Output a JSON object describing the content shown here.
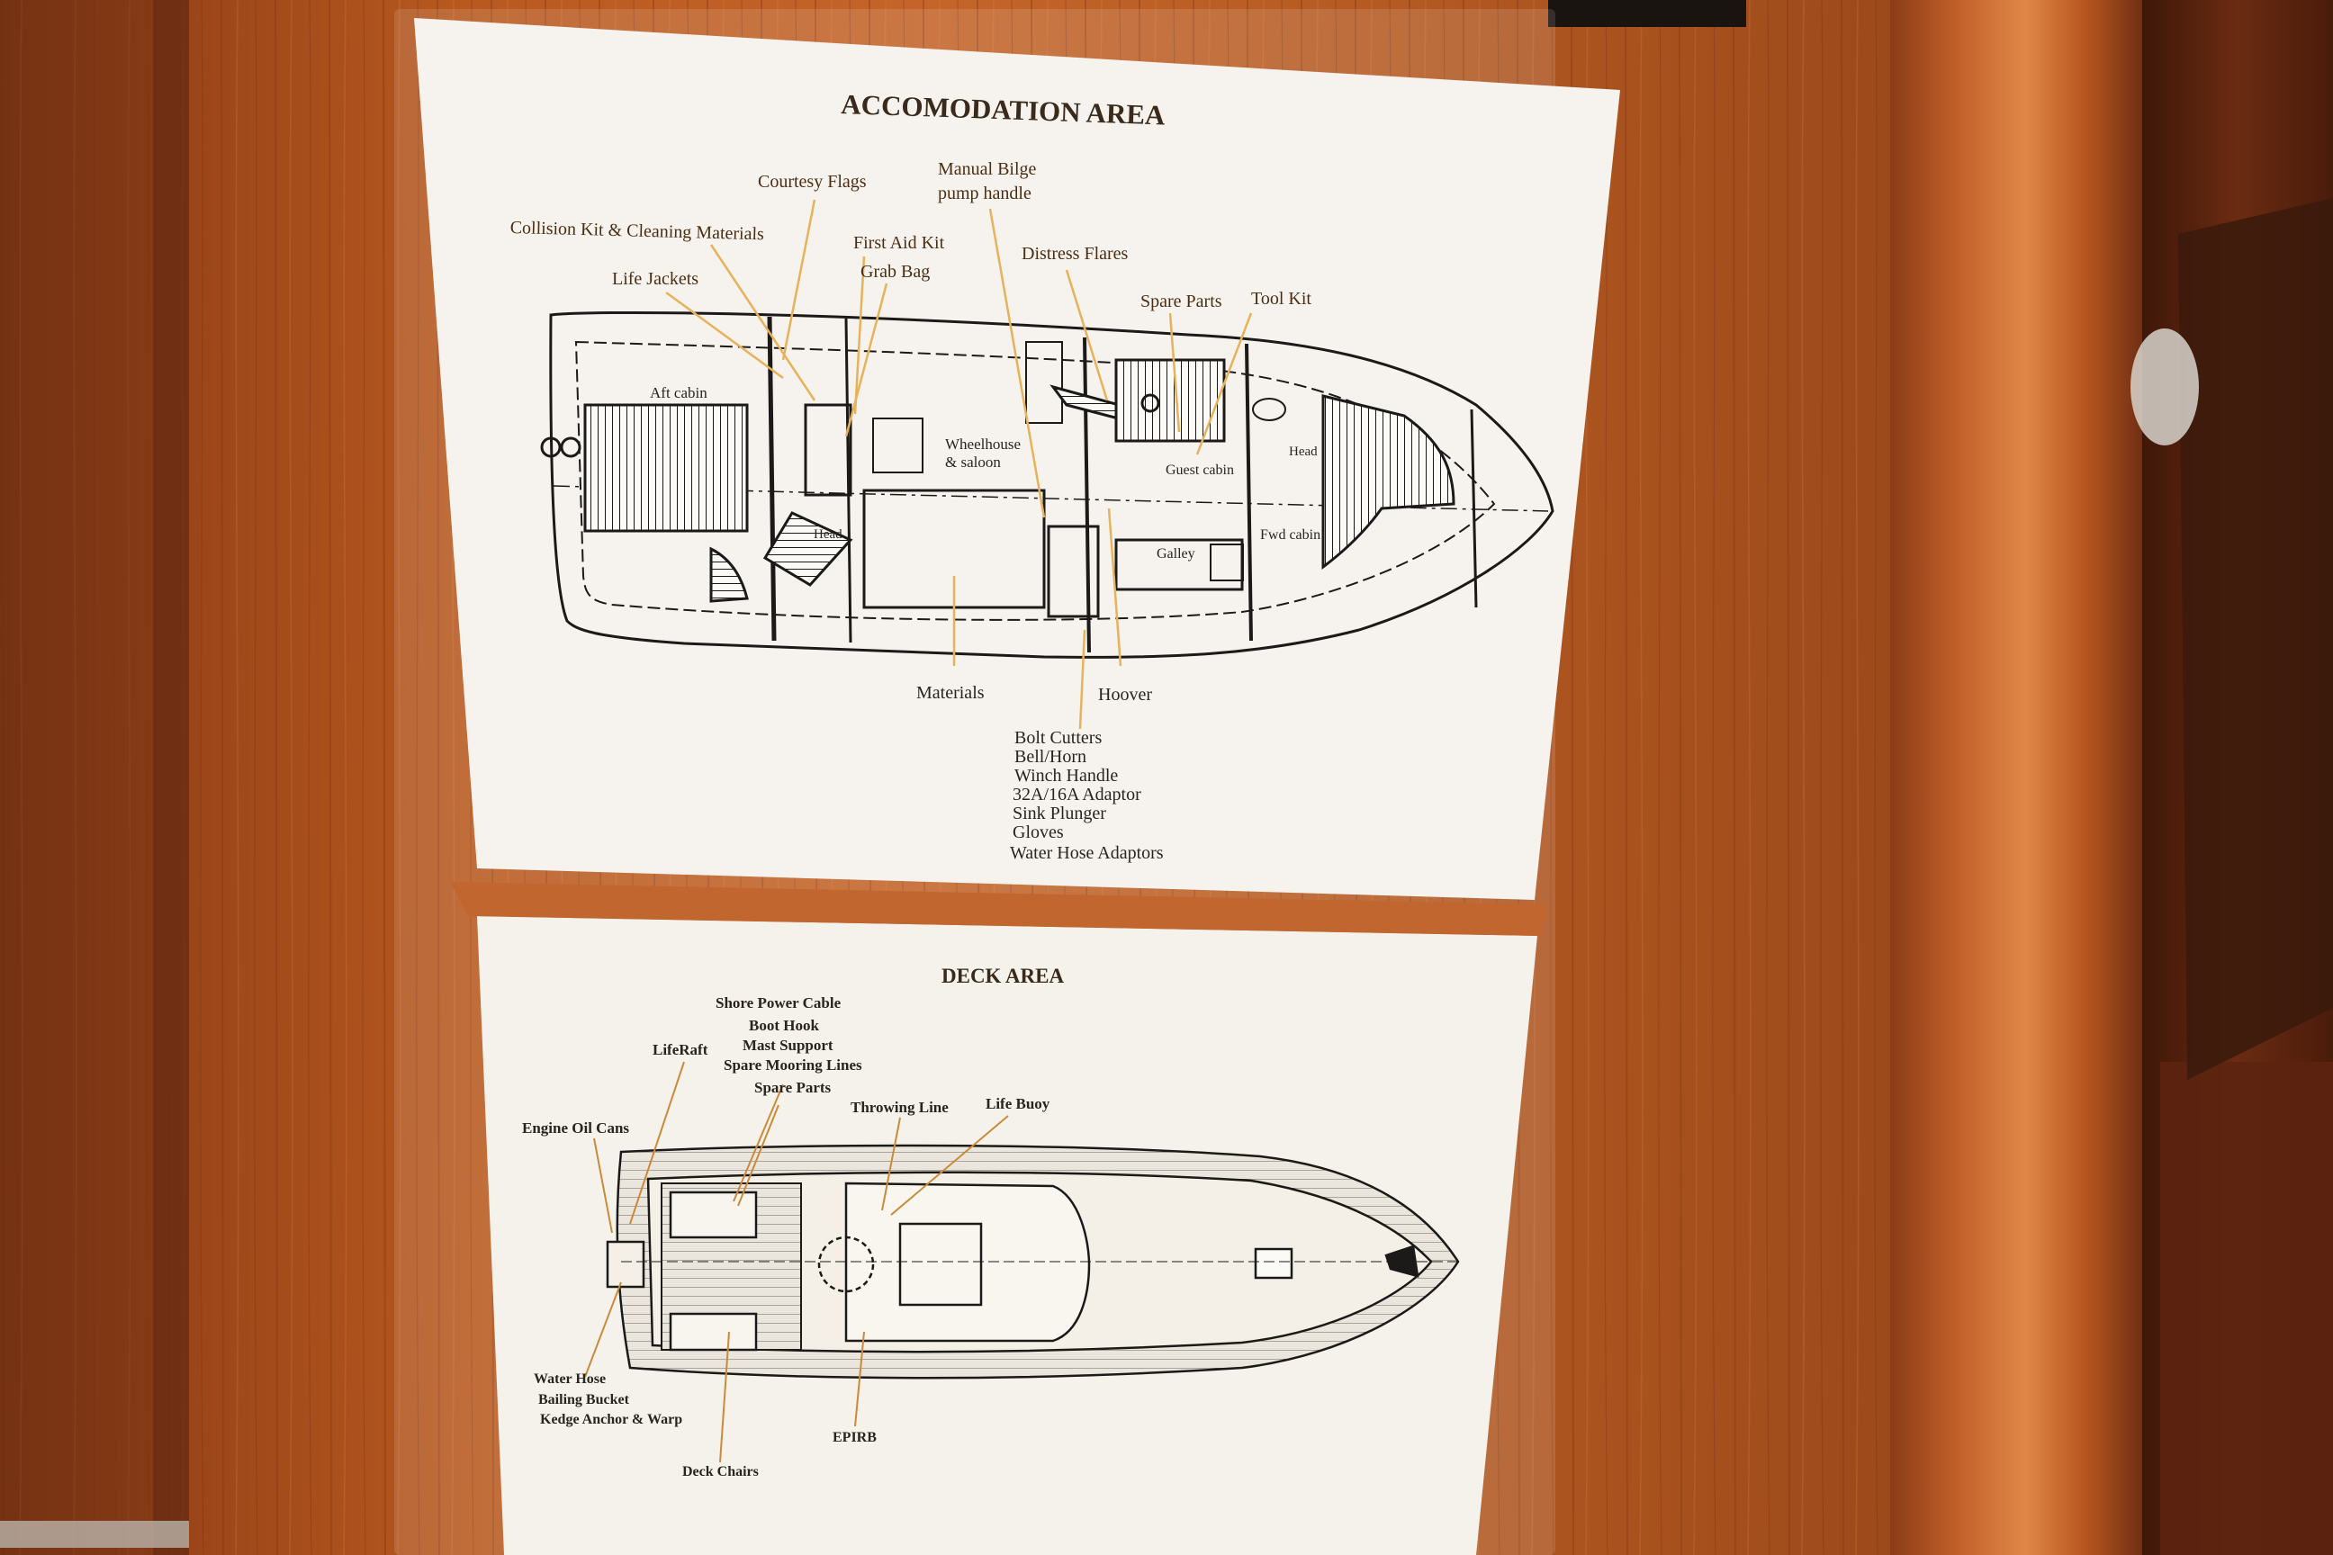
{
  "accommodation": {
    "title": "ACCOMODATION AREA",
    "labels": {
      "manual_bilge_1": "Manual Bilge",
      "manual_bilge_2": "pump handle",
      "courtesy_flags": "Courtesy Flags",
      "collision_kit": "Collision Kit & Cleaning Materials",
      "first_aid_kit": "First Aid Kit",
      "grab_bag": "Grab Bag",
      "distress_flares": "Distress Flares",
      "life_jackets": "Life Jackets",
      "spare_parts": "Spare Parts",
      "tool_kit": "Tool Kit",
      "materials": "Materials",
      "hoover": "Hoover"
    },
    "plan_labels": {
      "aft_cabin": "Aft cabin",
      "wheelhouse_1": "Wheelhouse",
      "wheelhouse_2": "& saloon",
      "guest_cabin": "Guest cabin",
      "head_aft": "Head",
      "head_fwd": "Head",
      "galley": "Galley",
      "fwd_cabin": "Fwd cabin"
    },
    "locker_list": [
      "Bolt Cutters",
      "Bell/Horn",
      "Winch Handle",
      "32A/16A Adaptor",
      "Sink Plunger",
      "Gloves",
      "Water Hose Adaptors"
    ]
  },
  "deck": {
    "title": "DECK AREA",
    "labels": {
      "shore_power_cable": "Shore Power Cable",
      "boot_hook": "Boot Hook",
      "mast_support": "Mast Support",
      "spare_mooring_lines": "Spare Mooring Lines",
      "liferaft": "LifeRaft",
      "spare_parts": "Spare Parts",
      "throwing_line": "Throwing Line",
      "life_buoy": "Life Buoy",
      "engine_oil_cans": "Engine Oil Cans",
      "water_hose": "Water Hose",
      "bailing_bucket": "Bailing Bucket",
      "kedge_anchor": "Kedge Anchor & Warp",
      "epirb": "EPIRB",
      "deck_chairs": "Deck Chairs"
    }
  },
  "colors": {
    "wood_dark": "#6a2d12",
    "wood_mid": "#a84c1c",
    "wood_light": "#c9692b",
    "paper": "#f6f3ee",
    "leader_accommodation": "#e6b25a",
    "leader_deck": "#c98a3a",
    "ink": "#1c1a18"
  }
}
